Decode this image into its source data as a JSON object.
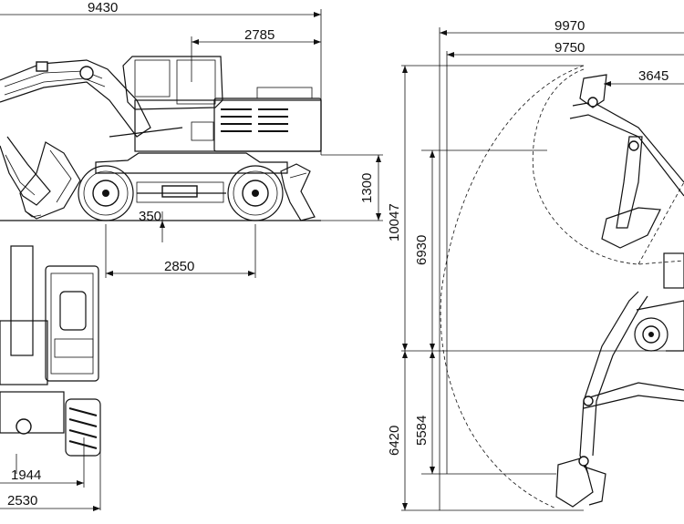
{
  "dimensions": {
    "overall_length": "9430",
    "rear_overhang": "2785",
    "ground_clearance_height": "1300",
    "ground_clearance": "350",
    "wheelbase": "2850",
    "track_width": "1944",
    "overall_width": "2530",
    "max_reach_ground": "9970",
    "max_reach": "9750",
    "min_swing_radius": "3645",
    "max_cutting_height": "10047",
    "max_dump_height": "6930",
    "max_digging_depth": "6420",
    "max_depth_2440_level": "5584"
  }
}
